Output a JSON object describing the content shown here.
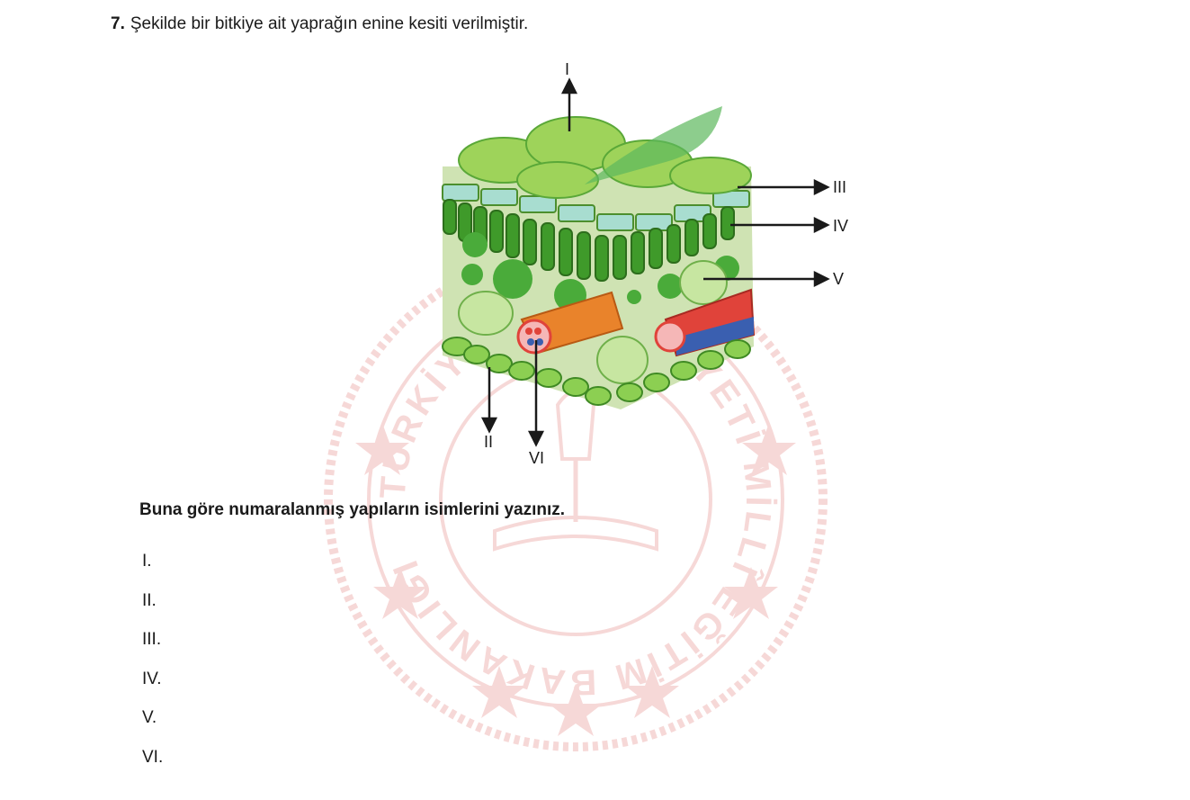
{
  "question": {
    "number": "7.",
    "text": "Şekilde bir bitkiye ait yaprağın enine kesiti verilmiştir.",
    "prompt": "Buna göre numaralanmış yapıların isimlerini yazınız."
  },
  "figure_labels": {
    "l1": "I",
    "l2": "II",
    "l3": "III",
    "l4": "IV",
    "l5": "V",
    "l6": "VI"
  },
  "answers": [
    "I.",
    "II.",
    "III.",
    "IV.",
    "V.",
    "VI."
  ],
  "watermark": {
    "ring_text": "TÜRKİYE CUMHURİYETİ MİLLÎ EĞİTİM BAKANLIĞI",
    "color": "#d9534f"
  },
  "colors": {
    "leaf_light": "#9ed35a",
    "leaf_dark": "#3f9a2a",
    "epidermis_cell": "#a8ddd0",
    "xylem": "#3a5fb0",
    "phloem": "#e0433a",
    "vein_orange": "#e9832b"
  }
}
